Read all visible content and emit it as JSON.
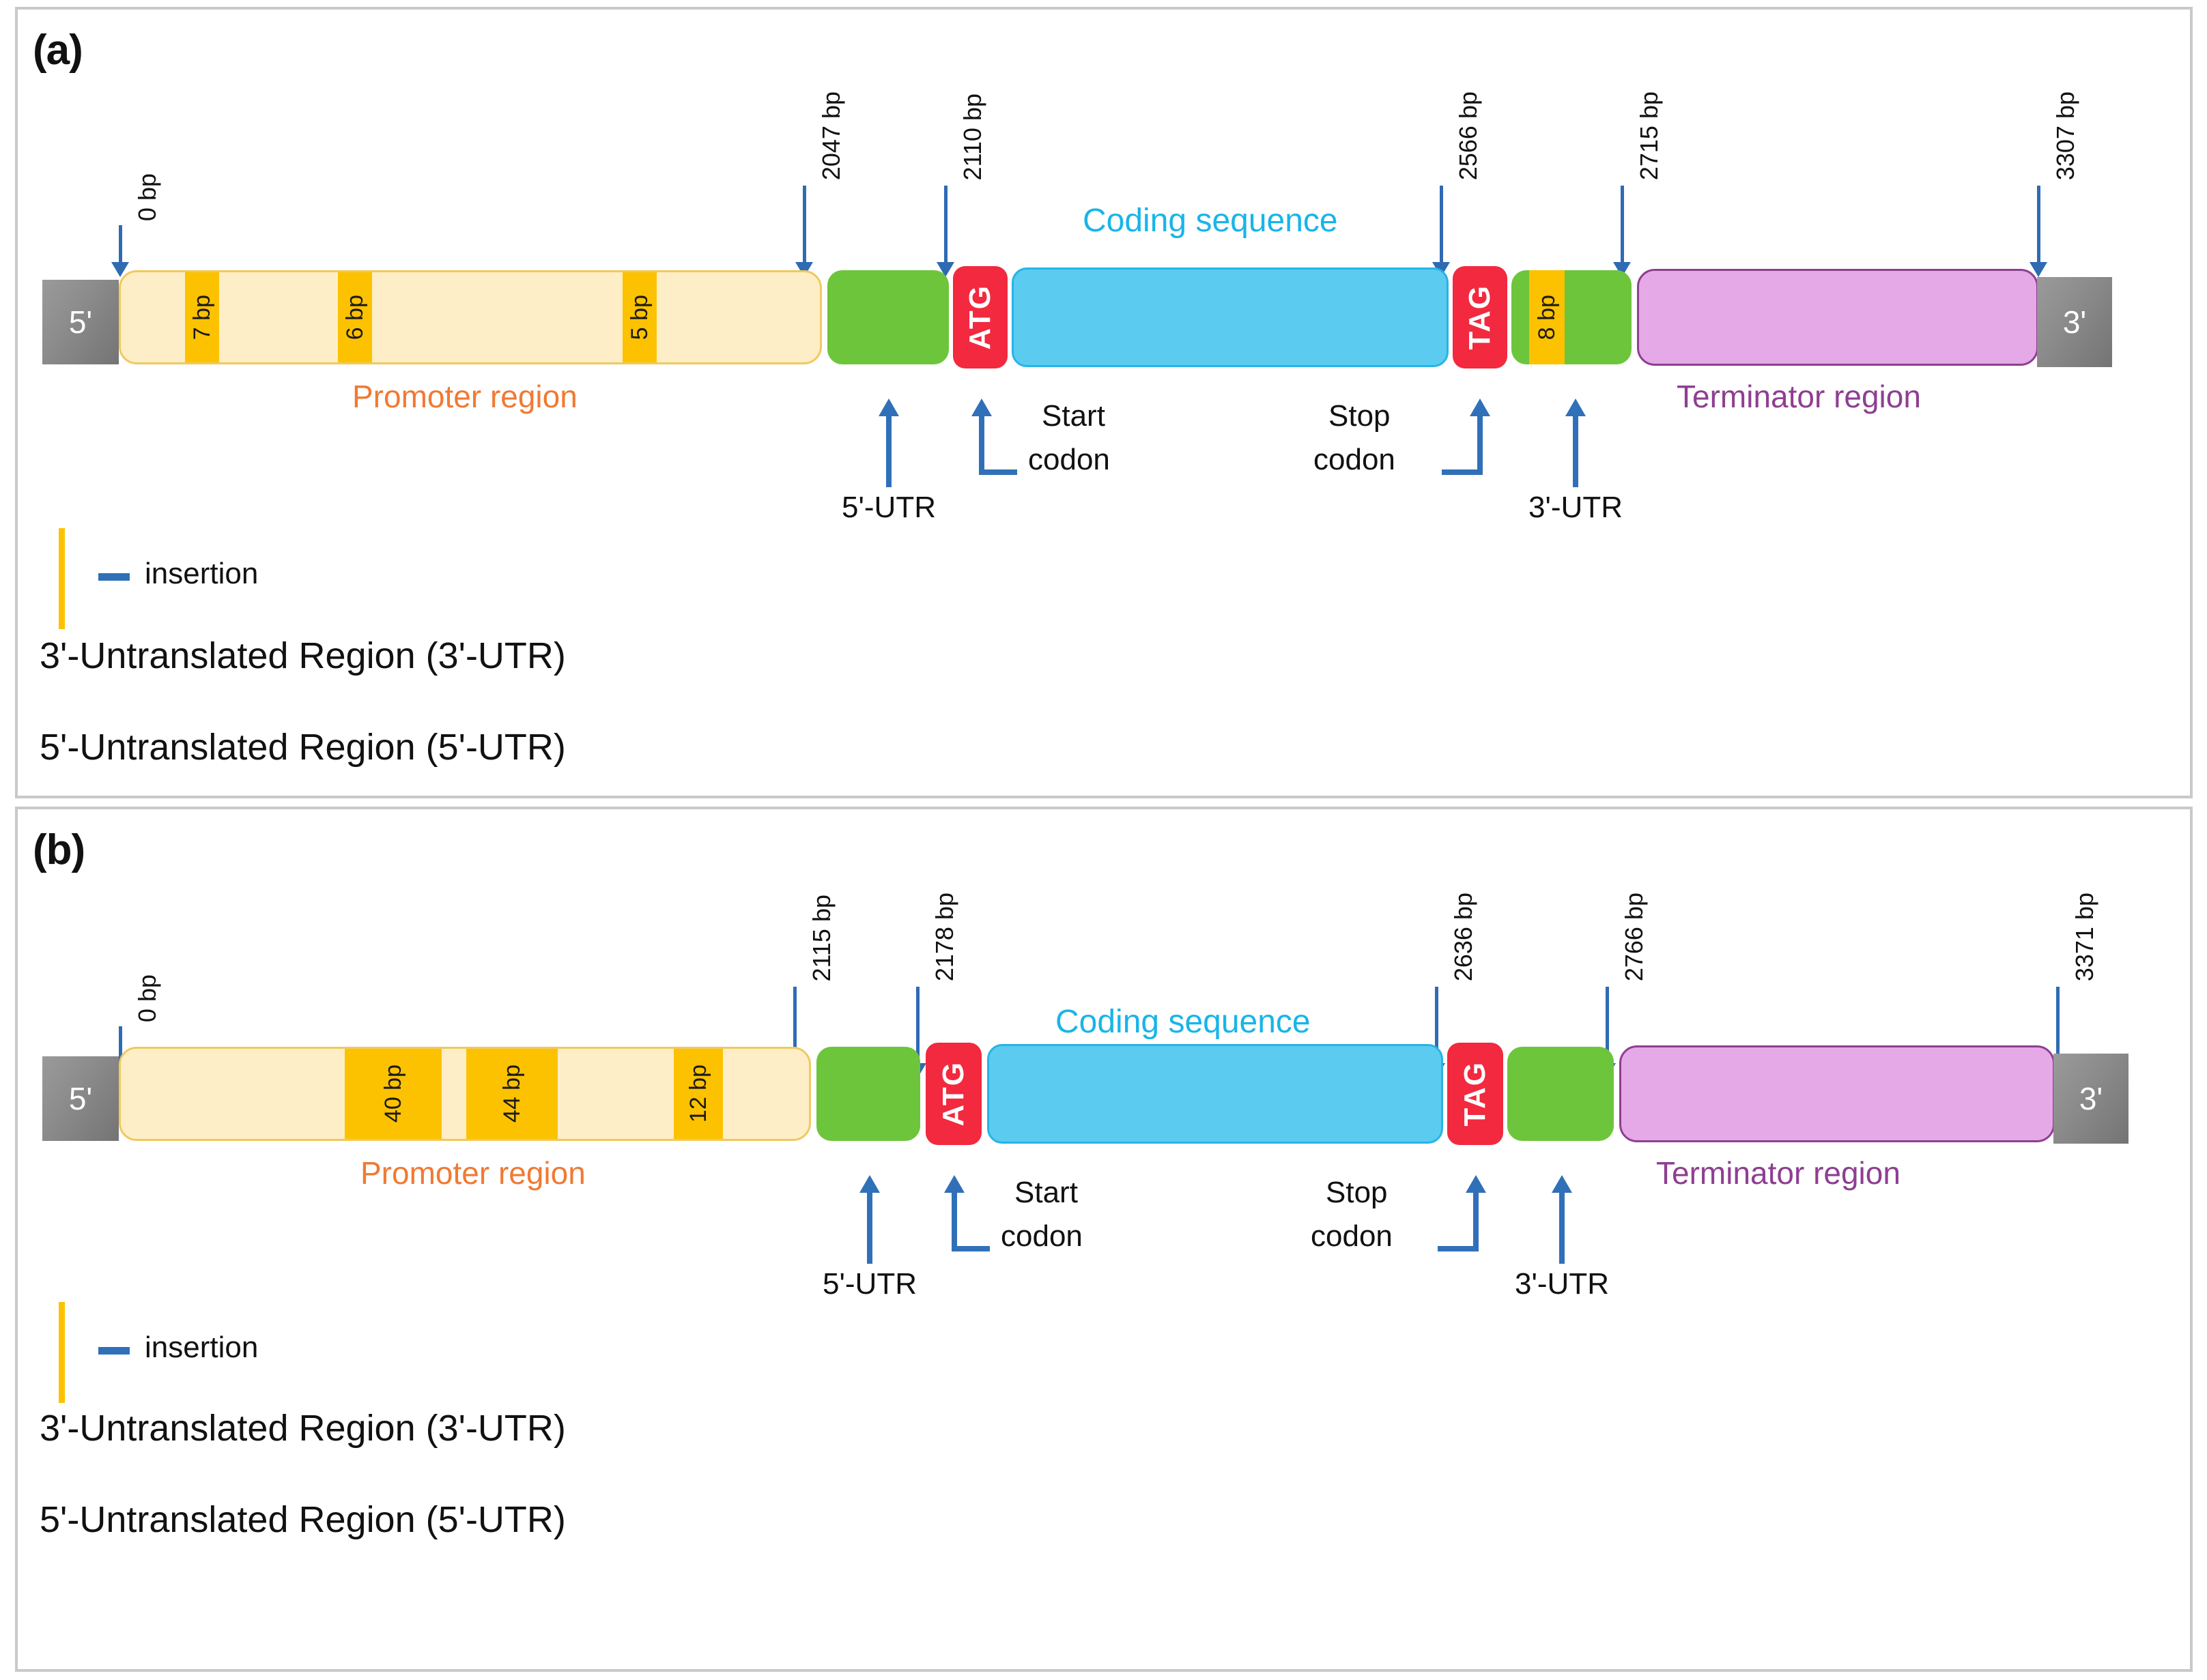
{
  "figure": {
    "panels": [
      {
        "tag": "(a)",
        "gene_map": {
          "five_prime_label": "5'",
          "three_prime_label": "3'",
          "promoter_label": "Promoter region",
          "terminator_label": "Terminator region",
          "cds_label": "Coding sequence",
          "start_codon_seq": "ATG",
          "stop_codon_seq": "TAG",
          "start_codon_label": "Start\ncodon",
          "start_codon_line1": "Start",
          "start_codon_line2": "codon",
          "stop_codon_line1": "Stop",
          "stop_codon_line2": "codon",
          "five_utr_label": "5'-UTR",
          "three_utr_label": "3'-UTR",
          "coordinates": [
            {
              "value": "0 bp"
            },
            {
              "value": "2047 bp"
            },
            {
              "value": "2110 bp"
            },
            {
              "value": "2566 bp"
            },
            {
              "value": "2715 bp"
            },
            {
              "value": "3307 bp"
            }
          ],
          "promoter_insertions": [
            {
              "size": "7 bp"
            },
            {
              "size": "6 bp"
            },
            {
              "size": "5 bp"
            }
          ],
          "utr3_insertions": [
            {
              "size": "8 bp"
            }
          ]
        },
        "legend": {
          "insertion_label": "insertion",
          "footnote_1": "3'-Untranslated Region (3'-UTR)",
          "footnote_2": "5'-Untranslated Region (5'-UTR)"
        }
      },
      {
        "tag": "(b)",
        "gene_map": {
          "five_prime_label": "5'",
          "three_prime_label": "3'",
          "promoter_label": "Promoter region",
          "terminator_label": "Terminator region",
          "cds_label": "Coding sequence",
          "start_codon_seq": "ATG",
          "stop_codon_seq": "TAG",
          "start_codon_line1": "Start",
          "start_codon_line2": "codon",
          "stop_codon_line1": "Stop",
          "stop_codon_line2": "codon",
          "five_utr_label": "5'-UTR",
          "three_utr_label": "3'-UTR",
          "coordinates": [
            {
              "value": "0 bp"
            },
            {
              "value": "2115 bp"
            },
            {
              "value": "2178 bp"
            },
            {
              "value": "2636 bp"
            },
            {
              "value": "2766 bp"
            },
            {
              "value": "3371 bp"
            }
          ],
          "promoter_insertions": [
            {
              "size": "40 bp"
            },
            {
              "size": "44 bp"
            },
            {
              "size": "12 bp"
            }
          ],
          "utr3_insertions": []
        },
        "legend": {
          "insertion_label": "insertion",
          "footnote_1": "3'-Untranslated Region (3'-UTR)",
          "footnote_2": "5'-Untranslated Region (5'-UTR)"
        }
      }
    ],
    "colors": {
      "promoter_fill": "#fdeec7",
      "promoter_border": "#f0c95e",
      "insertion": "#fcc200",
      "utr": "#6dc53c",
      "codon": "#f2293f",
      "cds_fill": "#5ccbf0",
      "cds_border": "#26b4e6",
      "terminator_fill": "#e4a9e6",
      "terminator_border": "#8e3f91",
      "arrow": "#3070b8",
      "end_box": "#8d8d8d"
    }
  }
}
